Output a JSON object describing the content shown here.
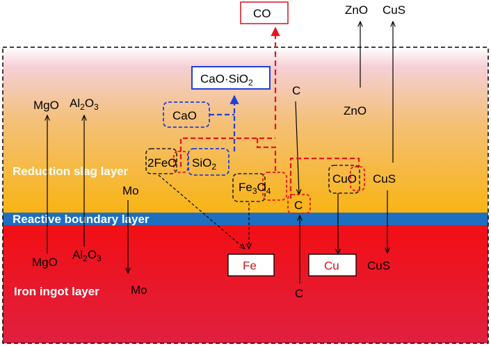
{
  "layers": {
    "slag": "Reduction slag layer",
    "boundary": "Reactive boundary  layer",
    "ingot": "Iron ingot layer"
  },
  "species": {
    "co": "CO",
    "zno_top": "ZnO",
    "cus_top": "CuS",
    "cao_sio2": "CaO·SiO",
    "cao_sio2_sub": "2",
    "cao": "CaO",
    "mgo_top": "MgO",
    "al2o3_top_a": "Al",
    "al2o3_top_sub": "2",
    "al2o3_top_b": "O",
    "al2o3_top_sub2": "3",
    "c_top": "C",
    "zno_mid": "ZnO",
    "feo": "2FeO",
    "sio2": "SiO",
    "sio2_sub": "2",
    "mo_top": "Mo",
    "fe3o4_a": "Fe",
    "fe3o4_sub": "3",
    "fe3o4_b": "O",
    "fe3o4_sub2": "4",
    "c_boundary": "C",
    "cuo": "CuO",
    "cus_mid": "CuS",
    "mgo_bottom": "MgO",
    "al2o3_bottom_a": "Al",
    "al2o3_bottom_sub": "2",
    "al2o3_bottom_b": "O",
    "al2o3_bottom_sub2": "3",
    "mo_bottom": "Mo",
    "fe": "Fe",
    "cu": "Cu",
    "cus_bottom": "CuS",
    "c_bottom": "C"
  },
  "colors": {
    "slag_top": "#f3ccd4",
    "slag_bottom": "#f7b418",
    "boundary": "#1e6fbf",
    "ingot_top": "#f0131a",
    "ingot_bottom": "#e21c3c",
    "reaction_red": "#e8141c",
    "reaction_blue": "#1f3fd8",
    "product_red_border": "#d0141b",
    "blue_border": "#1f3fd8"
  }
}
